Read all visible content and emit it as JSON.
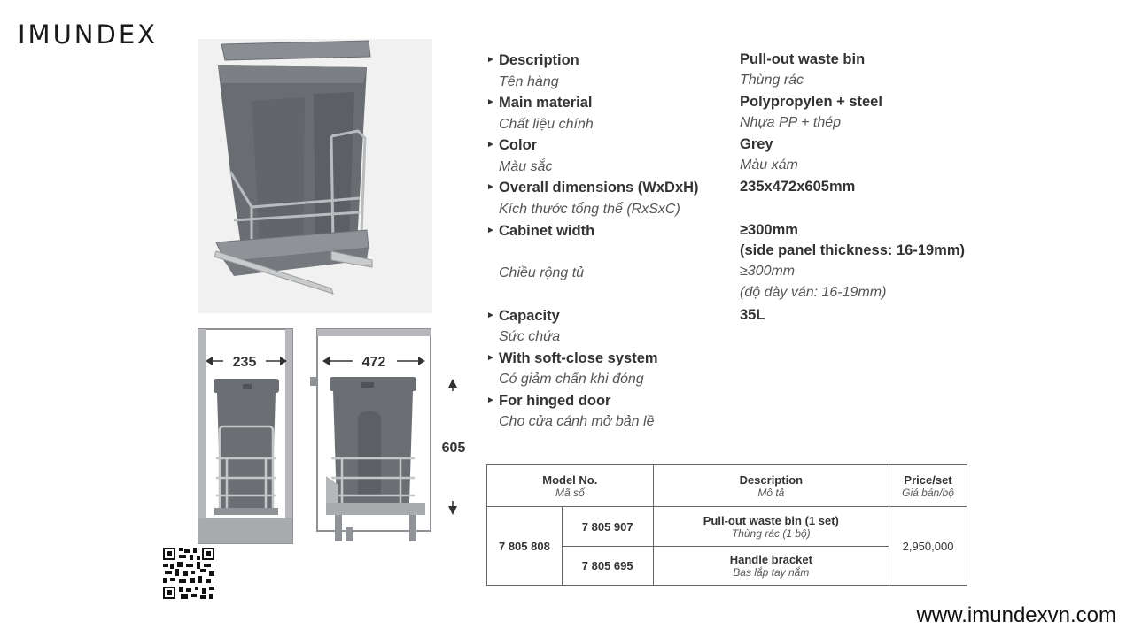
{
  "brand": {
    "logo_text": "IMUNDEX",
    "website": "www.imundexvn.com"
  },
  "dimensions": {
    "width": "235",
    "depth": "472",
    "height": "605"
  },
  "specs": [
    {
      "label_en": "Description",
      "label_vi": "Tên hàng",
      "value_en": "Pull-out waste bin",
      "value_vi": "Thùng rác"
    },
    {
      "label_en": "Main material",
      "label_vi": "Chất liệu chính",
      "value_en": "Polypropylen + steel",
      "value_vi": "Nhựa PP + thép"
    },
    {
      "label_en": "Color",
      "label_vi": "Màu sắc",
      "value_en": "Grey",
      "value_vi": "Màu xám"
    },
    {
      "label_en": "Overall dimensions (WxDxH)",
      "label_vi": "Kích thước tổng thể (RxSxC)",
      "value_en": "235x472x605mm",
      "value_vi": ""
    },
    {
      "label_en": "Cabinet width",
      "label_vi": "Chiều rộng tủ",
      "value_en": "≥300mm",
      "value_en2": "(side panel thickness: 16-19mm)",
      "value_vi": "≥300mm",
      "value_vi2": "(độ dày ván: 16-19mm)"
    },
    {
      "label_en": "Capacity",
      "label_vi": "Sức chứa",
      "value_en": "35L",
      "value_vi": ""
    },
    {
      "label_en": "With soft-close system",
      "label_vi": "Có giảm chấn khi đóng",
      "value_en": "",
      "value_vi": ""
    },
    {
      "label_en": "For hinged door",
      "label_vi": "Cho cửa cánh mở bản lề",
      "value_en": "",
      "value_vi": ""
    }
  ],
  "table": {
    "headers": {
      "model": {
        "en": "Model No.",
        "vi": "Mã số"
      },
      "description": {
        "en": "Description",
        "vi": "Mô tả"
      },
      "price": {
        "en": "Price/set",
        "vi": "Giá bán/bộ"
      }
    },
    "set_model": "7 805 808",
    "price": "2,950,000",
    "items": [
      {
        "model": "7 805 907",
        "desc_en": "Pull-out waste bin (1 set)",
        "desc_vi": "Thùng rác (1 bộ)"
      },
      {
        "model": "7 805 695",
        "desc_en": "Handle bracket",
        "desc_vi": "Bas lắp tay nắm"
      }
    ]
  },
  "colors": {
    "bin_grey": "#5f6368",
    "frame_grey": "#9a9da0",
    "background": "#ffffff"
  }
}
